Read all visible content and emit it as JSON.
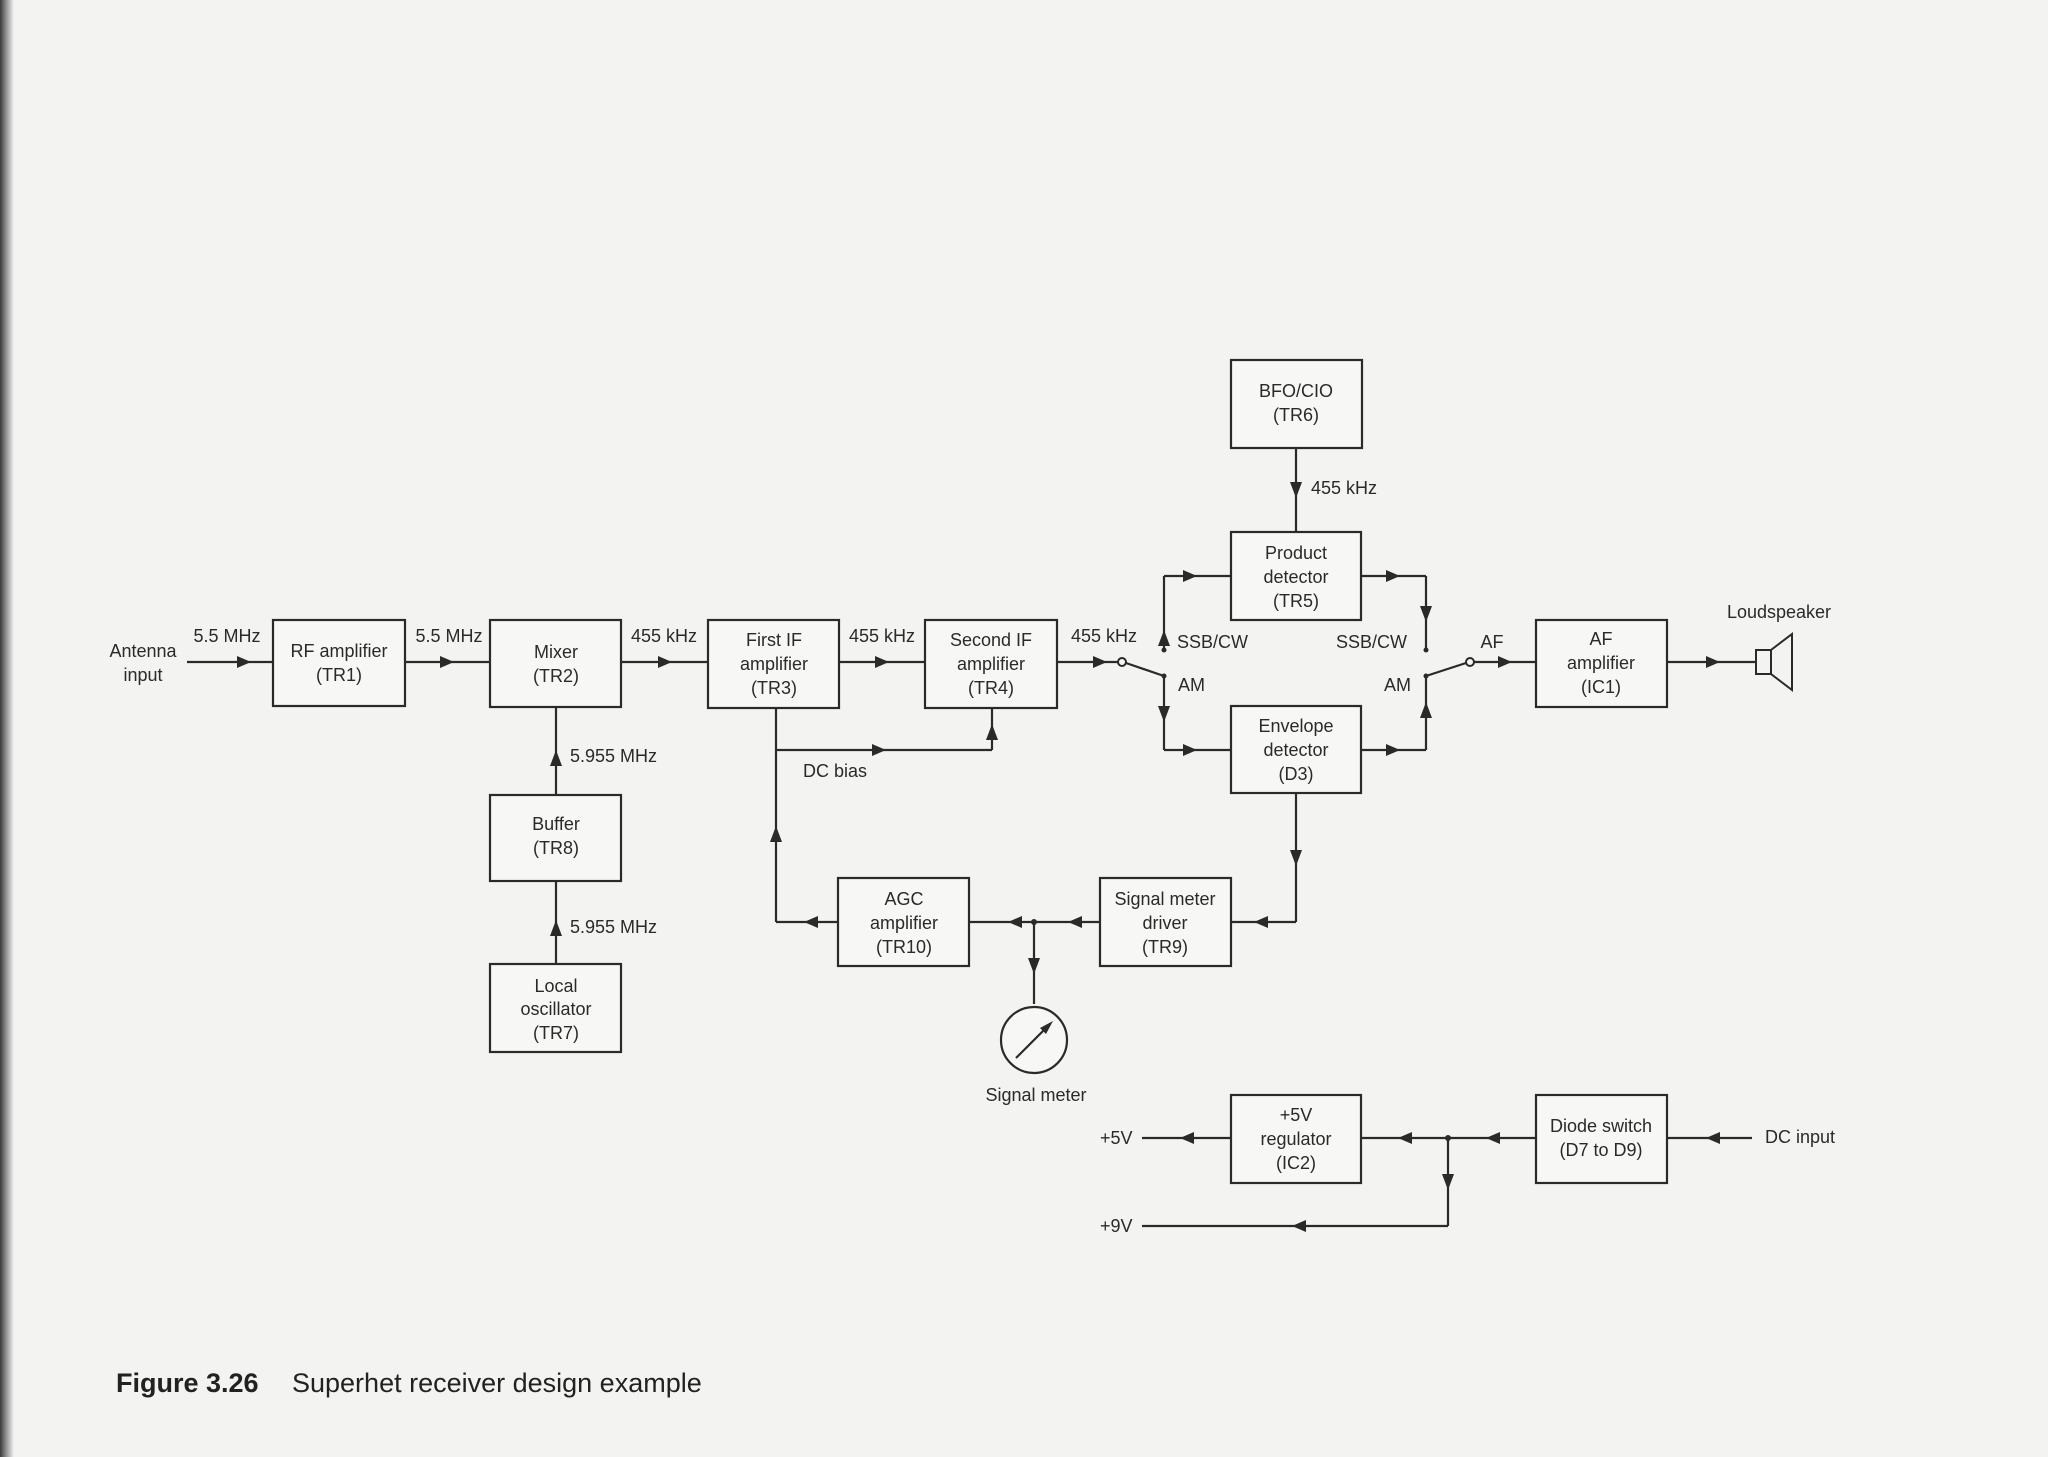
{
  "blocks": {
    "rf_amp": [
      "RF amplifier",
      "(TR1)"
    ],
    "mixer": [
      "Mixer",
      "(TR2)"
    ],
    "first_if": [
      "First IF",
      "amplifier",
      "(TR3)"
    ],
    "second_if": [
      "Second IF",
      "amplifier",
      "(TR4)"
    ],
    "bfo": [
      "BFO/CIO",
      "(TR6)"
    ],
    "product_det": [
      "Product",
      "detector",
      "(TR5)"
    ],
    "envelope_det": [
      "Envelope",
      "detector",
      "(D3)"
    ],
    "af_amp": [
      "AF",
      "amplifier",
      "(IC1)"
    ],
    "buffer": [
      "Buffer",
      "(TR8)"
    ],
    "local_osc": [
      "Local",
      "oscillator",
      "(TR7)"
    ],
    "agc_amp": [
      "AGC",
      "amplifier",
      "(TR10)"
    ],
    "sig_meter_driver": [
      "Signal meter",
      "driver",
      "(TR9)"
    ],
    "regulator": [
      "+5V",
      "regulator",
      "(IC2)"
    ],
    "diode_switch": [
      "Diode switch",
      "(D7 to D9)"
    ]
  },
  "labels": {
    "antenna_input": [
      "Antenna",
      "input"
    ],
    "f_in": "5.5 MHz",
    "f_rf_out": "5.5 MHz",
    "f_mix_out": "455 kHz",
    "f_if1_out": "455 kHz",
    "f_if2_out": "455 kHz",
    "f_bfo": "455 kHz",
    "f_buffer": "5.955 MHz",
    "f_lo": "5.955 MHz",
    "dc_bias": "DC bias",
    "ssb_cw_left": "SSB/CW",
    "am_left": "AM",
    "ssb_cw_right": "SSB/CW",
    "am_right": "AM",
    "af": "AF",
    "loudspeaker": "Loudspeaker",
    "signal_meter": "Signal meter",
    "plus5v": "+5V",
    "plus9v": "+9V",
    "dc_input": "DC input"
  },
  "caption": {
    "number": "Figure 3.26",
    "text": "Superhet receiver design example"
  }
}
